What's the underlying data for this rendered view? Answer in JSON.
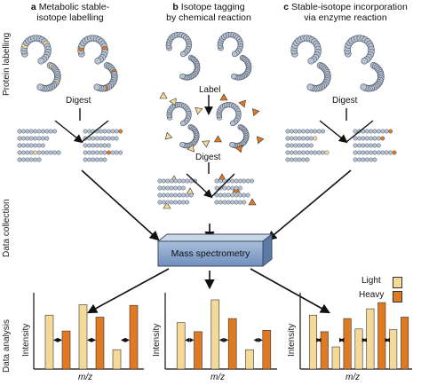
{
  "panels": [
    {
      "letter": "a",
      "title_l1": "Metabolic stable-",
      "title_l2": "isotope labelling"
    },
    {
      "letter": "b",
      "title_l1": "Isotope tagging",
      "title_l2": "by chemical reaction"
    },
    {
      "letter": "c",
      "title_l1": "Stable-isotope incorporation",
      "title_l2": "via enzyme reaction"
    }
  ],
  "stages": {
    "labelling": "Protein labelling",
    "collection": "Data collection",
    "analysis": "Data analysis"
  },
  "steps": {
    "digest_a": "Digest",
    "label_b": "Label",
    "digest_b": "Digest",
    "digest_c": "Digest"
  },
  "instrument": "Mass spectrometry",
  "legend": {
    "light": "Light",
    "heavy": "Heavy"
  },
  "axis": {
    "y": "Intensity",
    "x": "m/z"
  },
  "colors": {
    "light": "#f5d998",
    "heavy": "#e07a22",
    "bead": "#b8c3d2",
    "bead_stroke": "#4a5566",
    "box": "#7f9cc3"
  },
  "spectra": [
    {
      "bars": [
        {
          "type": "light",
          "value": 0.78
        },
        {
          "type": "heavy",
          "value": 0.55
        },
        {
          "type": "light",
          "value": 0.93
        },
        {
          "type": "heavy",
          "value": 0.75
        },
        {
          "type": "light",
          "value": 0.28
        },
        {
          "type": "heavy",
          "value": 0.92
        }
      ]
    },
    {
      "bars": [
        {
          "type": "light",
          "value": 0.67
        },
        {
          "type": "heavy",
          "value": 0.54
        },
        {
          "type": "light",
          "value": 1.0
        },
        {
          "type": "heavy",
          "value": 0.73
        },
        {
          "type": "light",
          "value": 0.28
        },
        {
          "type": "heavy",
          "value": 0.56
        }
      ]
    },
    {
      "bars": [
        {
          "type": "light",
          "value": 0.78
        },
        {
          "type": "heavy",
          "value": 0.54
        },
        {
          "type": "light",
          "value": 0.32
        },
        {
          "type": "heavy",
          "value": 0.73
        },
        {
          "type": "light",
          "value": 0.58
        },
        {
          "type": "light",
          "value": 0.87
        },
        {
          "type": "heavy",
          "value": 0.96
        },
        {
          "type": "light",
          "value": 0.57
        },
        {
          "type": "heavy",
          "value": 0.75
        }
      ]
    }
  ]
}
